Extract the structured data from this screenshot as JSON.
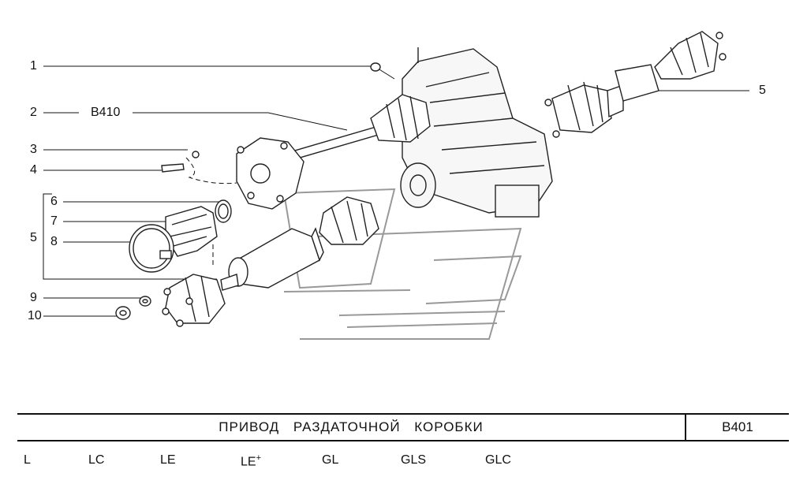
{
  "callouts": {
    "c1": "1",
    "c2": "2",
    "c2_ref": "B410",
    "c3": "3",
    "c4": "4",
    "c5_left": "5",
    "c5_right": "5",
    "c6": "6",
    "c7": "7",
    "c8": "8",
    "c9": "9",
    "c10": "10"
  },
  "title_bar": {
    "title": "ПРИВОД   РАЗДАТОЧНОЙ   КОРОБКИ",
    "code": "B401"
  },
  "variants": [
    "L",
    "LC",
    "LE",
    "LE",
    "GL",
    "GLS",
    "GLC"
  ],
  "variant_suffix": "+",
  "colors": {
    "line": "#111111",
    "background": "#ffffff"
  }
}
